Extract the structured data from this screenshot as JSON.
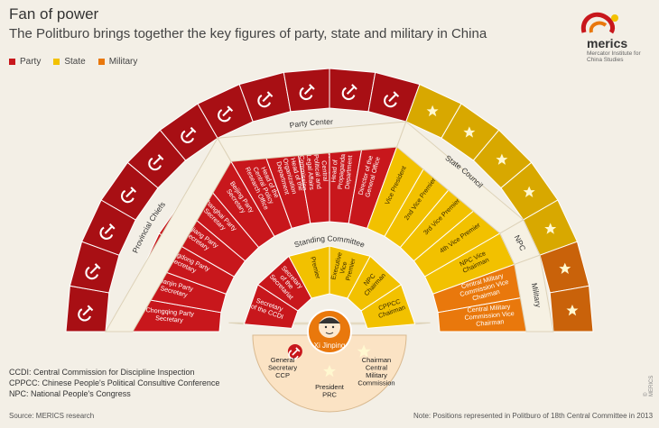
{
  "title": "Fan of power",
  "subtitle": "The Politburo brings together the key figures of party, state and military in China",
  "legend": [
    {
      "label": "Party",
      "color": "#c8171c"
    },
    {
      "label": "State",
      "color": "#f2c100"
    },
    {
      "label": "Military",
      "color": "#e9780c"
    }
  ],
  "logo": {
    "brand": "merics",
    "subtitle": "Mercator Institute for China Studies"
  },
  "bands": {
    "party_center": "Party Center",
    "provincial_chiefs": "Provincial Chiefs",
    "state_council": "State Council",
    "npc": "NPC",
    "military": "Military",
    "standing_committee": "Standing Committee"
  },
  "outer_positions": [
    {
      "label": "Chongqing Party Secretary",
      "type": "party"
    },
    {
      "label": "Tianjin Party Secretary",
      "type": "party"
    },
    {
      "label": "Guangdong Party Secretary",
      "type": "party"
    },
    {
      "label": "Xinjiang Party Secretary",
      "type": "party"
    },
    {
      "label": "Shanghai Party Secretary",
      "type": "party"
    },
    {
      "label": "Beijing Party Secretary",
      "type": "party"
    },
    {
      "label": "Head of the Central Policy Research Office",
      "type": "party"
    },
    {
      "label": "Head of the Organization Department",
      "type": "party"
    },
    {
      "label": "Secretary of the Central Political and Legal Affairs Commission",
      "type": "party"
    },
    {
      "label": "Head of Propaganda Department",
      "type": "party"
    },
    {
      "label": "Director of the General Office",
      "type": "party"
    },
    {
      "label": "Vice President",
      "type": "state"
    },
    {
      "label": "2nd Vice Premier",
      "type": "state"
    },
    {
      "label": "3rd Vice Premier",
      "type": "state"
    },
    {
      "label": "4th Vice Premier",
      "type": "state"
    },
    {
      "label": "NPC Vice Chairman",
      "type": "state"
    },
    {
      "label": "Central Military Commission Vice Chairman",
      "type": "military"
    },
    {
      "label": "Central Military Commission Vice Chairman",
      "type": "military"
    }
  ],
  "inner_positions": [
    {
      "label": "Secretary of the CCDI",
      "type": "party"
    },
    {
      "label": "Secretary of the Secretariat",
      "type": "party"
    },
    {
      "label": "Premier",
      "type": "state"
    },
    {
      "label": "Executive Vice Premier",
      "type": "state"
    },
    {
      "label": "NPC Chairman",
      "type": "state"
    },
    {
      "label": "CPPCC Chairman",
      "type": "state"
    }
  ],
  "core": {
    "name": "Xi Jinping",
    "roles": [
      {
        "label": "General Secretary CCP",
        "type": "party"
      },
      {
        "label": "President PRC",
        "type": "state"
      },
      {
        "label": "Chairman Central Military Commission",
        "type": "military"
      }
    ]
  },
  "abbreviations": [
    "CCDI: Central Commission for Discipline Inspection",
    "CPPCC: Chinese People's Political Consultive Conference",
    "NPC: National People's Congress"
  ],
  "source": "Source: MERICS research",
  "note": "Note: Positions represented in Politburo of 18th Central Committee in 2013",
  "copyright": "© MERICS",
  "colors": {
    "party": "#c8171c",
    "party_dark": "#a80f14",
    "state": "#f2c100",
    "state_dark": "#d8a800",
    "military": "#e9780c",
    "military_dark": "#c9620a",
    "band": "#f6f1e3",
    "core": "#fbe3c4"
  }
}
